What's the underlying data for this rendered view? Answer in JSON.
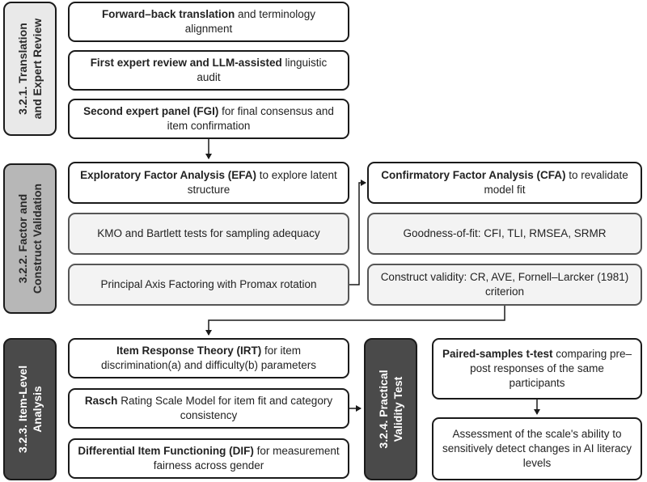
{
  "sections": [
    {
      "label": "3.2.1. Translation\nand Expert Review"
    },
    {
      "label": "3.2.2. Factor and\nConstruct Validation"
    },
    {
      "label": "3.2.3. Item-Level\nAnalysis"
    },
    {
      "label": "3.2.4. Practical\nValidity Test"
    }
  ],
  "translation": [
    {
      "bold": "Forward–back translation",
      "rest": " and terminology alignment"
    },
    {
      "bold": "First expert review and LLM-assisted",
      "rest": " linguistic audit"
    },
    {
      "bold": "Second expert panel (FGI)",
      "rest": " for final consensus and item confirmation"
    }
  ],
  "efa": [
    {
      "bold": "Exploratory Factor Analysis (EFA)",
      "rest": " to explore latent structure"
    },
    {
      "bold": "",
      "rest": "KMO and Bartlett tests for sampling adequacy"
    },
    {
      "bold": "",
      "rest": "Principal Axis Factoring with Promax rotation"
    }
  ],
  "cfa": [
    {
      "bold": "Confirmatory Factor Analysis (CFA)",
      "rest": " to revalidate model fit"
    },
    {
      "bold": "",
      "rest": "Goodness-of-fit: CFI, TLI, RMSEA, SRMR"
    },
    {
      "bold": "",
      "rest": "Construct validity: CR, AVE, Fornell–Larcker (1981) criterion"
    }
  ],
  "item_level": [
    {
      "bold": "Item Response Theory (IRT)",
      "rest": " for item discrimination(a) and difficulty(b) parameters"
    },
    {
      "bold": "Rasch",
      "rest": " Rating Scale Model for item fit and category consistency"
    },
    {
      "bold": "Differential Item Functioning (DIF)",
      "rest": " for measurement fairness across gender"
    }
  ],
  "practical": [
    {
      "bold": "Paired-samples t-test",
      "rest": " comparing pre–post responses of the same participants"
    },
    {
      "bold": "",
      "rest": "Assessment of the scale's ability to sensitively detect changes in AI literacy levels"
    }
  ]
}
